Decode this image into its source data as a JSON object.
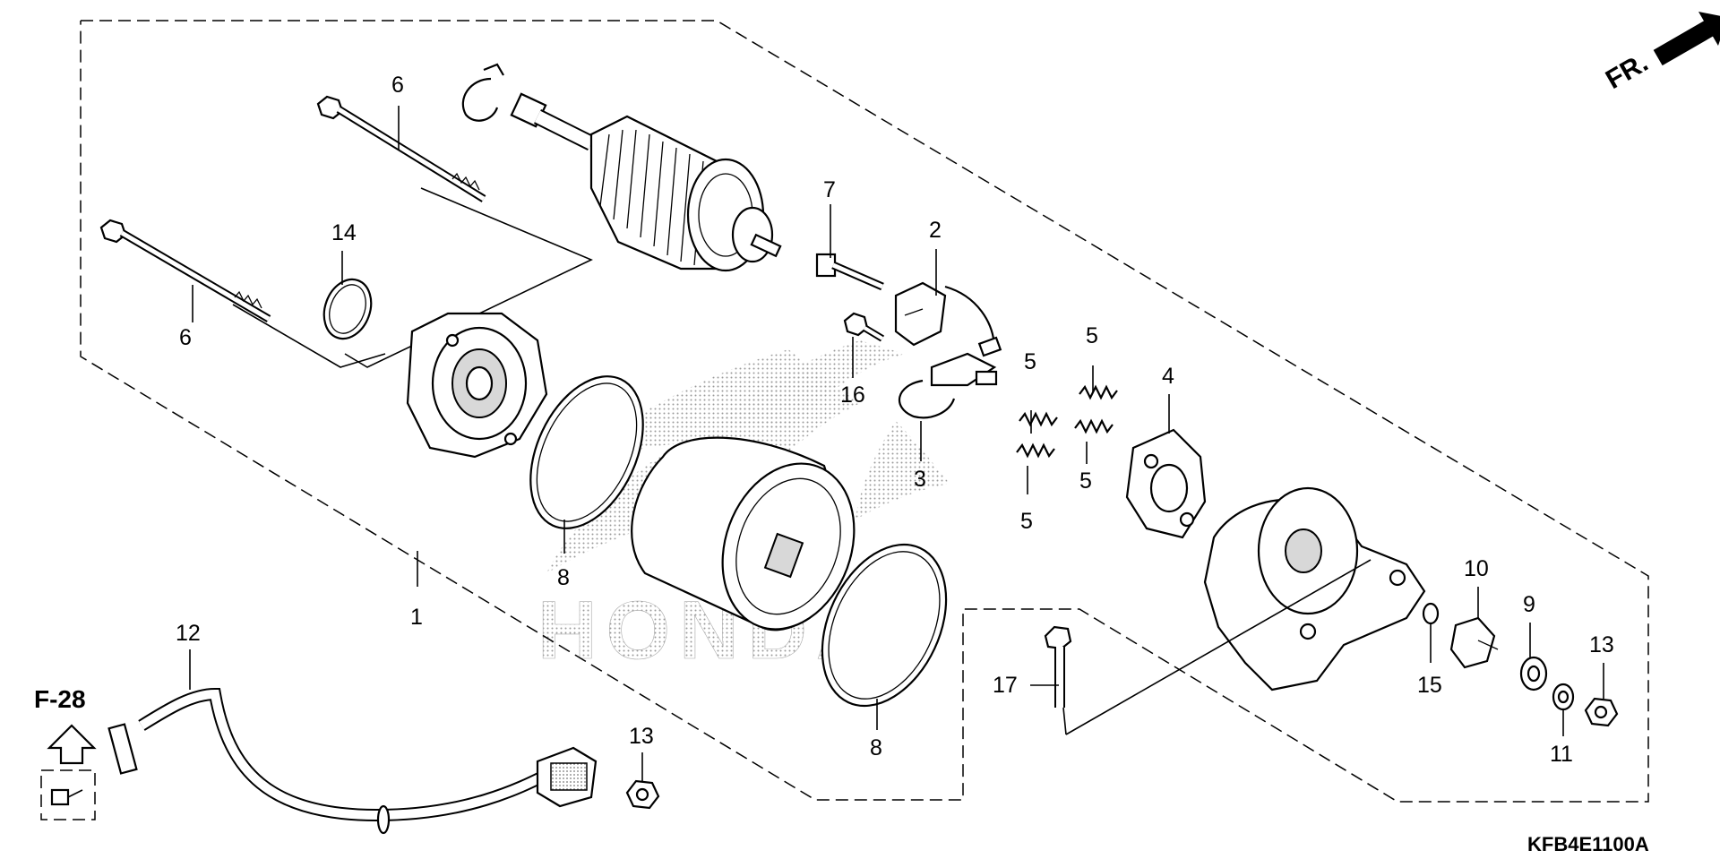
{
  "diagram": {
    "callouts": {
      "p1": "1",
      "p2": "2",
      "p3": "3",
      "p4": "4",
      "p5a": "5",
      "p5b": "5",
      "p5c": "5",
      "p5d": "5",
      "p6a": "6",
      "p6b": "6",
      "p7": "7",
      "p8a": "8",
      "p8b": "8",
      "p9": "9",
      "p10": "10",
      "p11": "11",
      "p12": "12",
      "p13a": "13",
      "p13b": "13",
      "p14": "14",
      "p15": "15",
      "p16": "16",
      "p17": "17"
    },
    "front_indicator": "FR.",
    "section_ref": "F-28",
    "watermark": "HONDA",
    "diagram_code": "KFB4E1100A"
  }
}
